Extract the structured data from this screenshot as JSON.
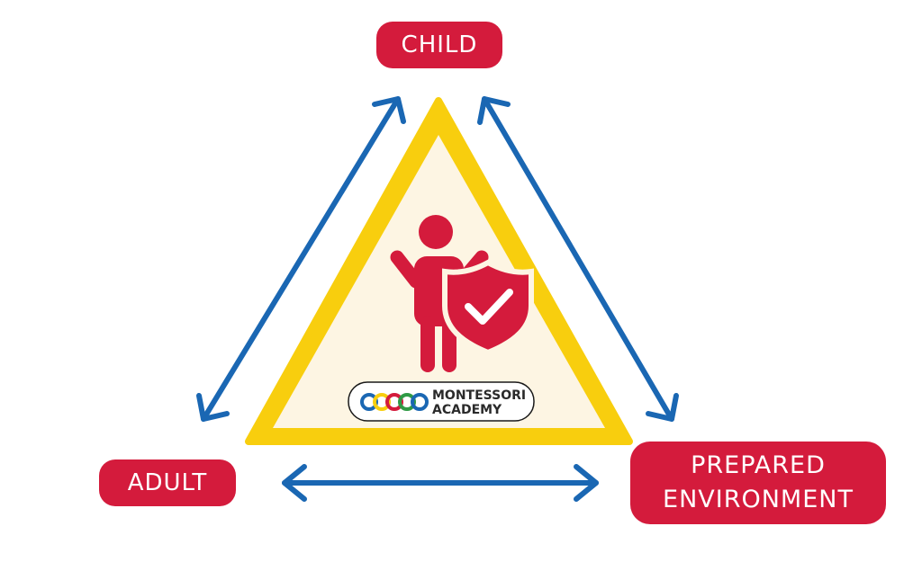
{
  "nodes": {
    "child": "CHILD",
    "adult": "ADULT",
    "environment_line1": "PREPARED",
    "environment_line2": "ENVIRONMENT"
  },
  "logo": {
    "line1": "MONTESSORI",
    "line2": "ACADEMY"
  },
  "colors": {
    "red": "#d41b3c",
    "blue": "#1a67b3",
    "yellow": "#f8ce0e",
    "cream": "#fdf5e3"
  },
  "icons": [
    "child-figure-icon",
    "shield-check-icon",
    "montessori-academy-logo",
    "double-headed-arrow"
  ]
}
